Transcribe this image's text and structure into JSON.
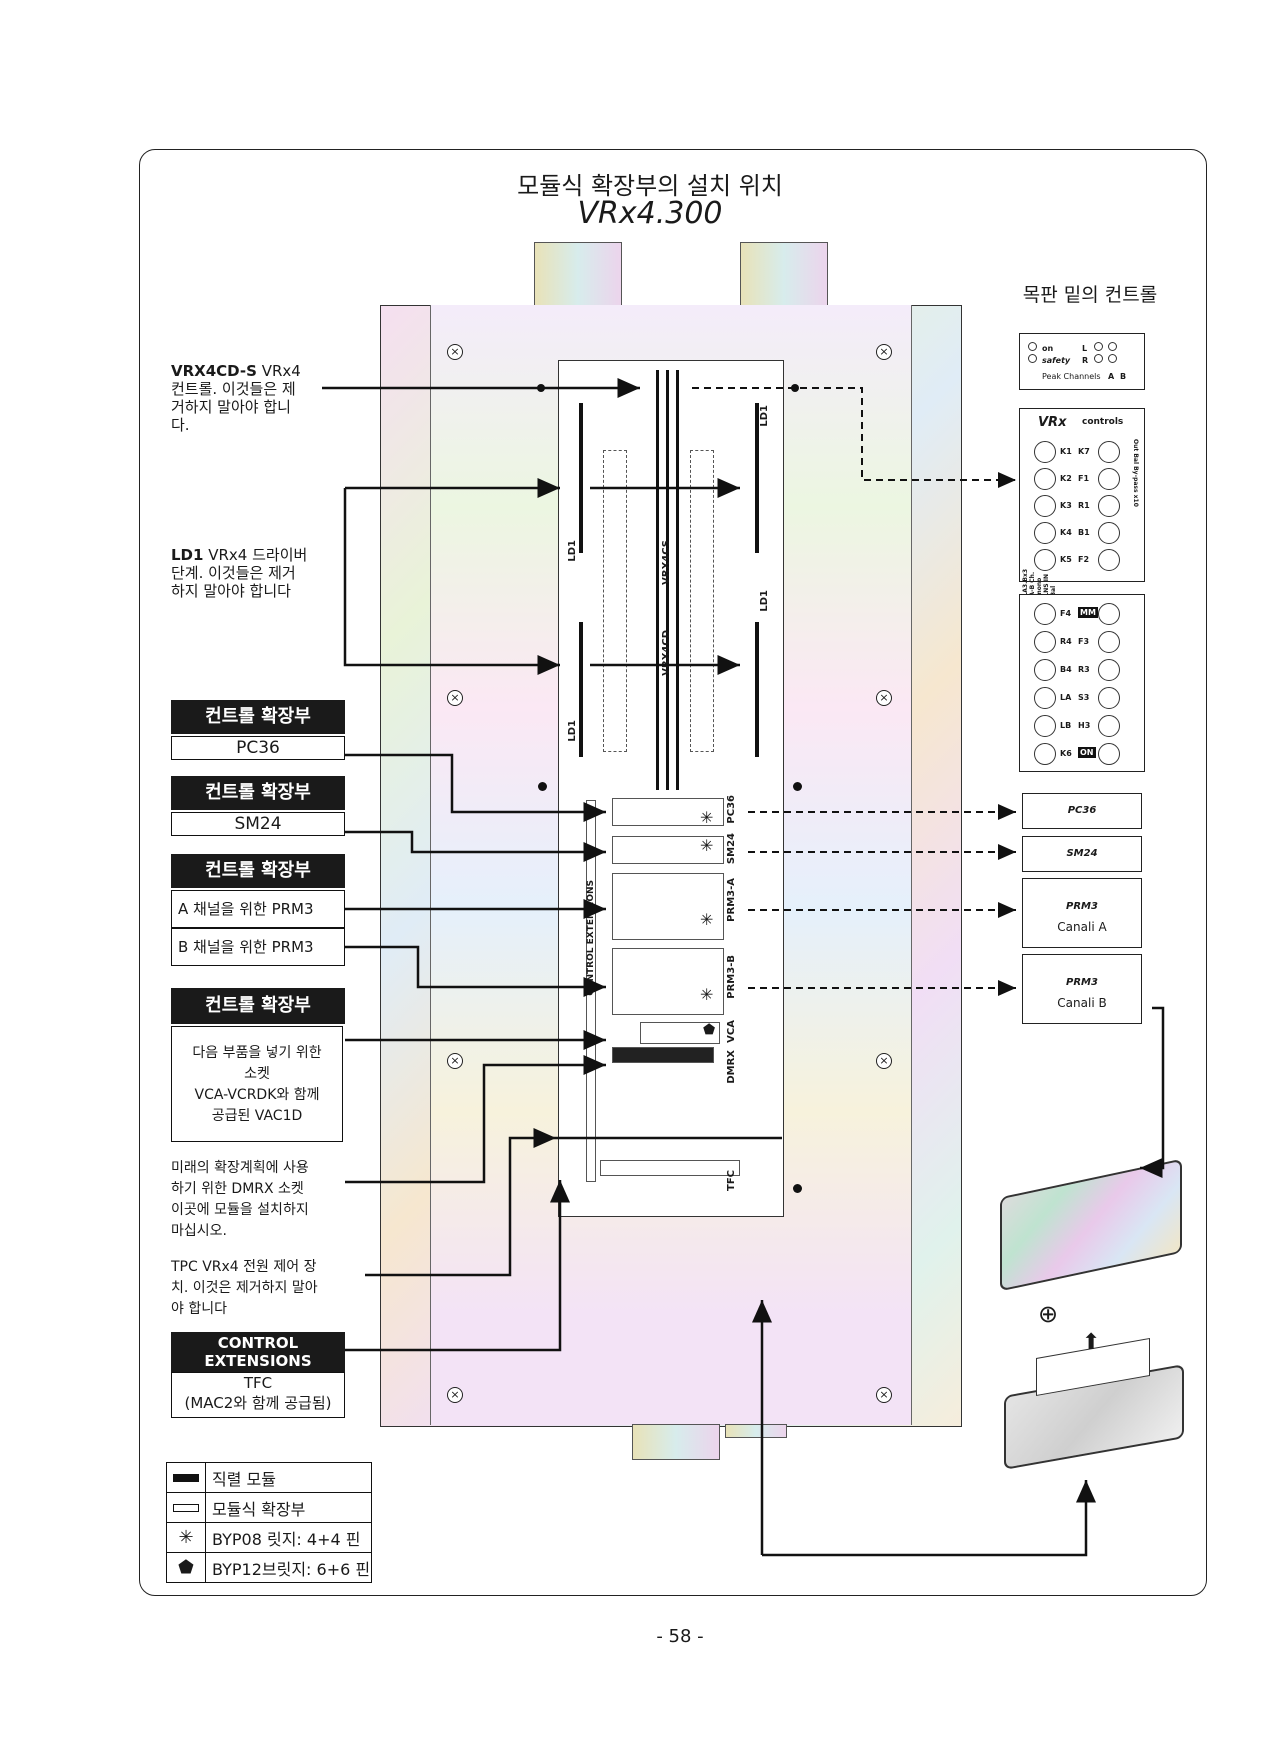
{
  "title": {
    "korean": "모듈식 확장부의 설치 위치",
    "model": "VRx4.300"
  },
  "side_title": "목판 밑의 컨트롤",
  "callouts": {
    "vrx4cd_s": {
      "name": "VRX4CD-S",
      "text1": " VRx4",
      "text2": "컨트롤. 이것들은 제",
      "text3": "거하지 말아야 합니",
      "text4": "다."
    },
    "ld1": {
      "name": "LD1",
      "text1": " VRx4 드라이버",
      "text2": "단계. 이것들은 제거",
      "text3": "하지 말아야 합니다"
    },
    "dmrx": {
      "line1": "미래의 확장계획에 사용",
      "line2": "하기 위한 DMRX 소켓",
      "line3": "이곳에 모듈을 설치하지",
      "line4": "마십시오."
    },
    "tpc": {
      "line1": "TPC VRx4 전원 제어 장",
      "line2": "치. 이것은 제거하지 말아",
      "line3": "야 합니다"
    }
  },
  "boxes": {
    "pc36": {
      "header": "컨트롤 확장부",
      "label": "PC36"
    },
    "sm24": {
      "header": "컨트롤 확장부",
      "label": "SM24"
    },
    "prm3": {
      "header": "컨트롤 확장부",
      "label_a": "A 채널을 위한 PRM3",
      "label_b": "B 채널을 위한 PRM3"
    },
    "vca": {
      "header": "컨트롤 확장부",
      "line1": "다음 부품을 넣기 위한",
      "line2": "소켓",
      "line3": "VCA-VCRDK와 함께",
      "line4": "공급된 VAC1D"
    },
    "tfc": {
      "header1": "CONTROL",
      "header2": "EXTENSIONS",
      "label": "TFC",
      "note": "(MAC2와 함께 공급됨)"
    }
  },
  "board_labels": {
    "vrx4cs": "VRX4CS",
    "vrx4cd": "VRX4CD",
    "ld1": "LD1",
    "pc36": "PC36",
    "sm24": "SM24",
    "prm3a": "PRM3-A",
    "prm3b": "PRM3-B",
    "vca": "VCA",
    "dmrx": "DMRX",
    "tfc": "TFC",
    "control_ext": "CONTROL EXTENSIONS"
  },
  "legend": [
    {
      "symbol": "filled-bar",
      "label": "직렬 모듈"
    },
    {
      "symbol": "hollow-bar",
      "label": "모듈식 확장부"
    },
    {
      "symbol": "star-icon",
      "glyph": "✳",
      "label": "BYP08 릿지: 4+4 핀"
    },
    {
      "symbol": "diamond-icon",
      "glyph": "⬟",
      "label": "BYP12브릿지: 6+6 핀"
    }
  ],
  "right_panel": {
    "leds": {
      "on": "on",
      "safety": "safety",
      "l": "L",
      "r": "R",
      "peak": "Peak Channels",
      "a": "A",
      "b": "B"
    },
    "logo": "VRx",
    "controls": "controls",
    "knobs_left": [
      "K1",
      "K2",
      "K3",
      "K4",
      "K5"
    ],
    "knobs_right": [
      "K7",
      "F1",
      "R1",
      "B1",
      "F2"
    ],
    "side_left": "LA3.Bx3  A-B Ch. mono  LNS  IN Bal",
    "side_right": "Out Bal  By-pass  x10",
    "lower_left": [
      "F4",
      "R4",
      "B4",
      "LA",
      "LB",
      "K6"
    ],
    "lower_right": [
      "MM",
      "F3",
      "R3",
      "S3",
      "H3",
      "ON"
    ],
    "boxes": [
      {
        "title": "PC36",
        "sub": ""
      },
      {
        "title": "SM24",
        "sub": ""
      },
      {
        "title": "PRM3",
        "sub": "Canali A"
      },
      {
        "title": "PRM3",
        "sub": "Canali B"
      }
    ]
  },
  "page_number": "- 58 -"
}
